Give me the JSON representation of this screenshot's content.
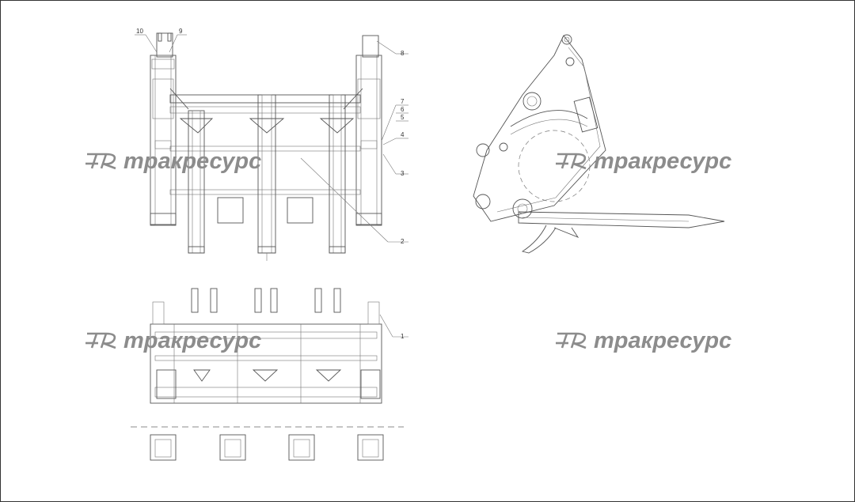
{
  "drawing": {
    "callouts": [
      "1",
      "2",
      "3",
      "4",
      "5",
      "6",
      "7",
      "8",
      "9",
      "10"
    ]
  },
  "watermark": {
    "text": "тракресурс",
    "logo": "TR-logo-icon",
    "color": "#8c8c8c"
  }
}
